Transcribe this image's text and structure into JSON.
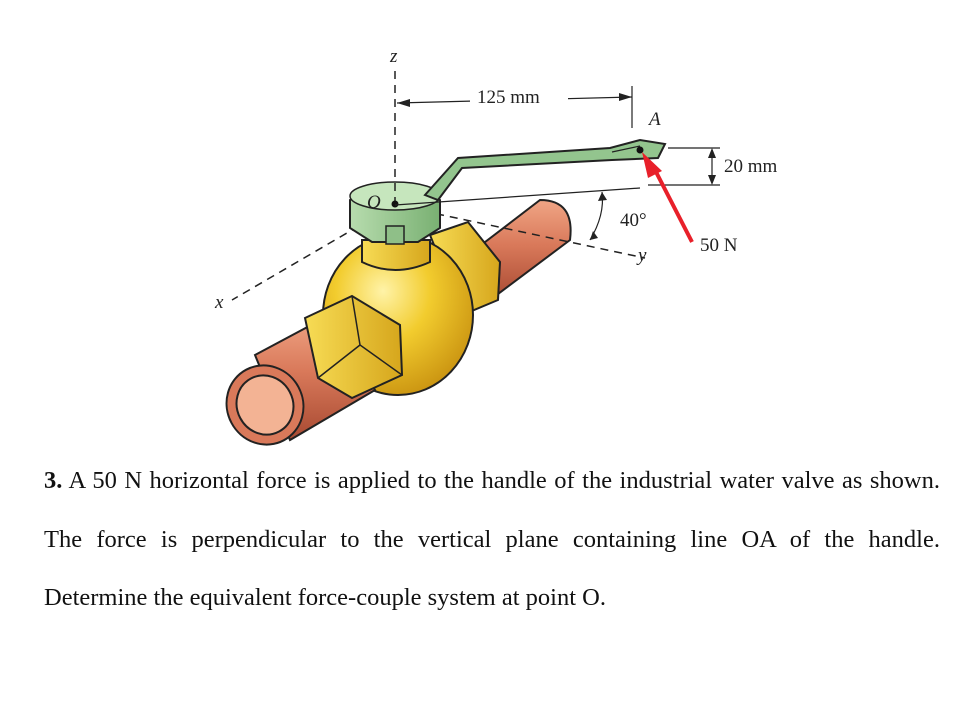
{
  "figure": {
    "axis_z": "z",
    "axis_x": "x",
    "axis_y": "y",
    "point_o": "O",
    "point_a": "A",
    "dim_length": "125 mm",
    "dim_height": "20 mm",
    "angle": "40°",
    "force": "50 N",
    "colors": {
      "pipe": "#d9795a",
      "valve_body": "#f2cc2e",
      "handle": "#93c58e",
      "force_arrow": "#e8202a"
    }
  },
  "problem": {
    "number": "3.",
    "text": "A 50 N horizontal force is applied to the handle of the industrial water valve as shown. The force is perpendicular to the vertical plane containing line OA of the handle. Determine the equivalent force-couple system at point O."
  }
}
